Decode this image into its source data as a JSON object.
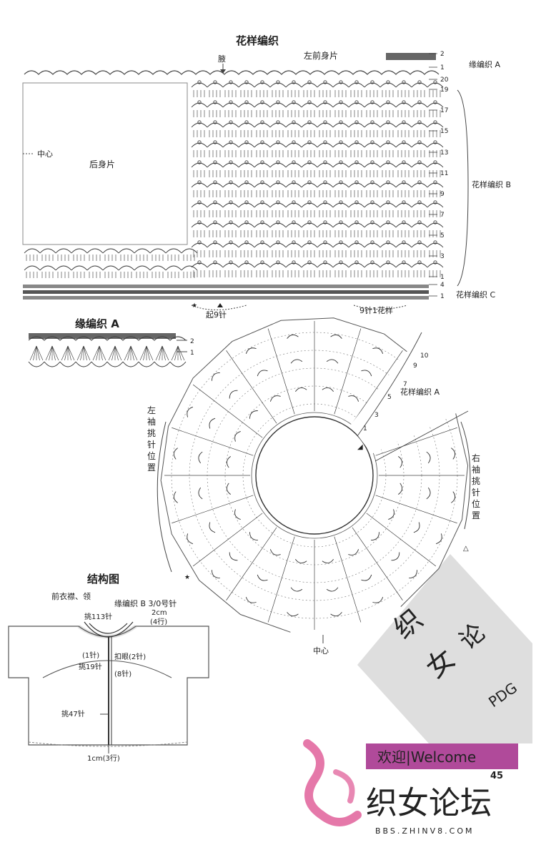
{
  "titles": {
    "main": "花样编织",
    "edging_a": "缘编织 A",
    "structure": "结构图"
  },
  "body_chart": {
    "left_front": "左前身片",
    "back": "后身片",
    "center": "中心",
    "underarm": "腋",
    "cast_on": "起9针",
    "repeat": "9针1花样",
    "edging_a_label": "缘编织 A",
    "pattern_b_label": "花样编织 B",
    "pattern_c_label": "花样编织 C",
    "rows_right": [
      "2",
      "1",
      "20",
      "19",
      "17",
      "15",
      "13",
      "11",
      "9",
      "7",
      "5",
      "3",
      "1",
      "4",
      "1"
    ]
  },
  "edging_chart": {
    "rows": [
      "2",
      "1"
    ]
  },
  "yoke_chart": {
    "pattern_a_label": "花样编织 A",
    "left_sleeve": [
      "左",
      "袖",
      "挑",
      "针",
      "位",
      "置"
    ],
    "right_sleeve": [
      "右",
      "袖",
      "挑",
      "针",
      "位",
      "置"
    ],
    "center": "中心",
    "rows": [
      "10",
      "9",
      "7",
      "5",
      "3",
      "1"
    ]
  },
  "structure": {
    "subtitle": "前衣襟、领",
    "edging_b": "缘编织 B  3/0号针",
    "pick_113": "挑113针",
    "size_2cm": "2cm",
    "rows_4": "(4行)",
    "st_1": "(1针)",
    "buttonhole": "扣眼(2针)",
    "pick_19": "挑19针",
    "st_8": "(8针)",
    "pick_47": "挑47针",
    "bottom": "1cm(3行)"
  },
  "page_number": "45",
  "watermark": {
    "welcome": "欢迎|Welcome",
    "site_name": "织女论坛",
    "url": "BBS.ZHINV8.COM",
    "pdg": "PDG"
  },
  "colors": {
    "ink": "#222222",
    "welcome_bg": "#b04a9a",
    "logo_pink": "#e0609a",
    "watermark_gray": "#d9d9d9"
  }
}
